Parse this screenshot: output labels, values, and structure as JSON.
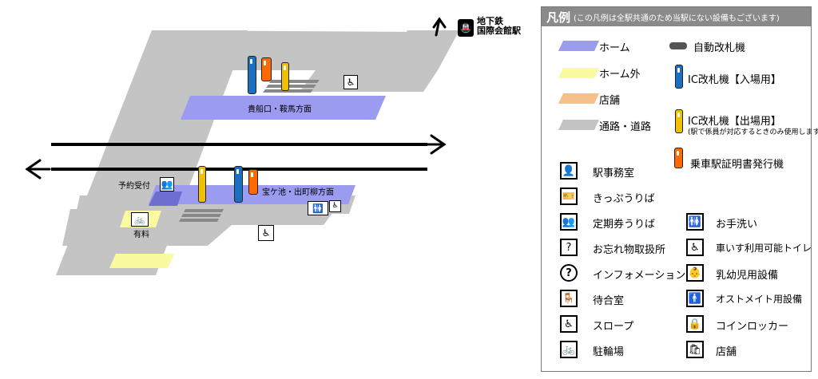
{
  "map": {
    "platforms": {
      "upper": "貴船口・鞍馬方面",
      "lower": "宝ケ池・出町柳方面"
    },
    "labels": {
      "reservation": "予約受付",
      "paid": "有料",
      "subway": "地下鉄\n国際会館駅"
    }
  },
  "legend": {
    "title": "凡例",
    "note": "(この凡例は全駅共通のため当駅にない設備もございます)",
    "areas": [
      {
        "label": "ホーム",
        "color": "#9b9bf0"
      },
      {
        "label": "ホーム外",
        "color": "#fafaa0"
      },
      {
        "label": "店舗",
        "color": "#f5c08a"
      },
      {
        "label": "通路・道路",
        "color": "#c4c4c4"
      }
    ],
    "gates": [
      {
        "label": "自動改札機"
      },
      {
        "label": "IC改札機【入場用】",
        "color": "#1a6fc0"
      },
      {
        "label": "IC改札機【出場用】",
        "color": "#f0c000",
        "note": "(駅で係員が対応するときのみ使用します)"
      },
      {
        "label": "乗車駅証明書発行機",
        "color": "#ff6a00"
      }
    ],
    "facilities_left": [
      {
        "label": "駅事務室",
        "icon": "station-office-icon"
      },
      {
        "label": "きっぷうりば",
        "icon": "ticket-counter-icon"
      },
      {
        "label": "定期券うりば",
        "icon": "commuter-pass-counter-icon"
      },
      {
        "label": "お忘れ物取扱所",
        "icon": "lost-and-found-icon"
      },
      {
        "label": "インフォメーション",
        "icon": "information-icon"
      },
      {
        "label": "待合室",
        "icon": "waiting-room-icon"
      },
      {
        "label": "スロープ",
        "icon": "slope-icon"
      },
      {
        "label": "駐輪場",
        "icon": "bicycle-parking-icon"
      }
    ],
    "facilities_right": [
      {
        "label": "お手洗い",
        "icon": "restroom-icon"
      },
      {
        "label": "車いす利用可能トイレ",
        "icon": "wheelchair-toilet-icon"
      },
      {
        "label": "乳幼児用設備",
        "icon": "baby-facilities-icon"
      },
      {
        "label": "オストメイト用設備",
        "icon": "ostomate-icon"
      },
      {
        "label": "コインロッカー",
        "icon": "coin-locker-icon"
      },
      {
        "label": "店舗",
        "icon": "shop-icon"
      }
    ]
  }
}
